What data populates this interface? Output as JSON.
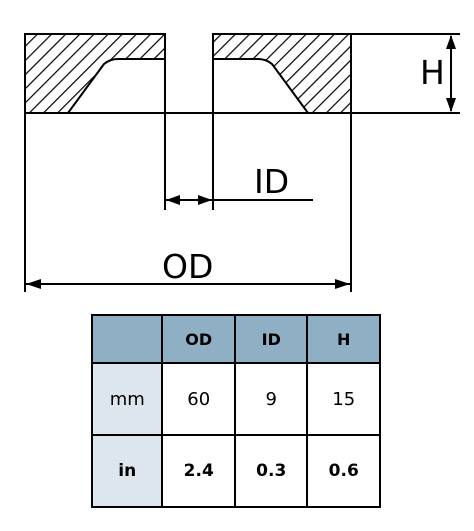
{
  "dimension_labels": {
    "height": "H",
    "inner_diameter": "ID",
    "outer_diameter": "OD"
  },
  "table": {
    "headers": [
      "",
      "OD",
      "ID",
      "H"
    ],
    "rows": [
      {
        "unit": "mm",
        "values": [
          "60",
          "9",
          "15"
        ]
      },
      {
        "unit": "in",
        "values": [
          "2.4",
          "0.3",
          "0.6"
        ]
      }
    ]
  },
  "colors": {
    "header_fill": "#8fafc4",
    "unit_cell_fill": "#dde6ee",
    "value_cell_fill": "#ffffff",
    "line": "#000000"
  }
}
